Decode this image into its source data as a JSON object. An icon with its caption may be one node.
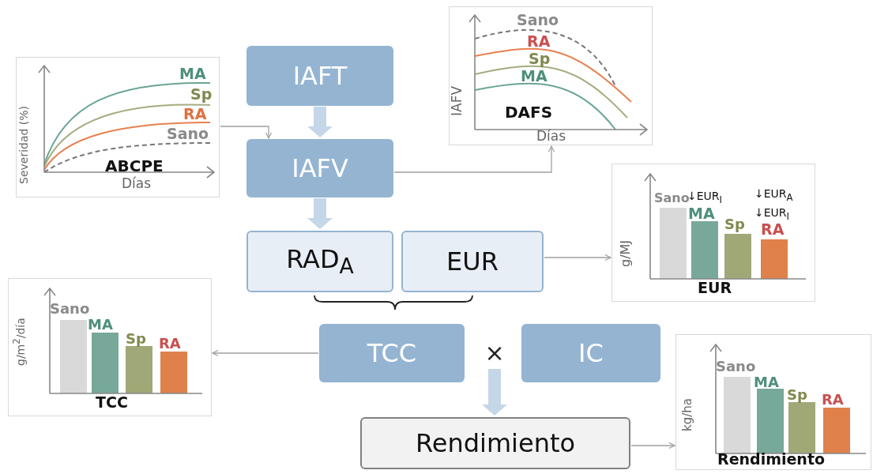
{
  "diagram": {
    "nodes": [
      {
        "text": [
          "IAFT"
        ]
      },
      {
        "text": [
          "IAFV"
        ]
      },
      {
        "text": [
          "RAD$_{A}$"
        ]
      },
      {
        "text": [
          "EUR"
        ]
      },
      {
        "text": [
          "TCC"
        ]
      },
      {
        "text": [
          "IC"
        ]
      },
      {
        "text": [
          "Rendimiento"
        ]
      },
      {
        "text": [
          "Severidad (%)",
          "MA",
          "Sp",
          "RA",
          "Sano",
          "ABCPE",
          "Días"
        ]
      },
      {
        "text": [
          "IAFV",
          "Sano",
          "RA",
          "Sp",
          "MA",
          "DAFS",
          "Días"
        ]
      },
      {
        "text": [
          "g/MJ",
          "Sano",
          "↓EUR$_{I}$",
          "MA",
          "↓EUR$_{A}$ ↓EUR$_{I}$",
          "Sp",
          "RA",
          "EUR"
        ]
      },
      {
        "text": [
          "g/m$^{2}$/día",
          "Sano",
          "MA",
          "Sp",
          "RA",
          "TCC"
        ]
      },
      {
        "text": [
          "kg/ha",
          "Sano",
          "MA",
          "Sp",
          "RA",
          "Rendimiento"
        ]
      },
      {
        "text": [
          "×"
        ]
      }
    ],
    "edges": [
      {
        "from": 0,
        "to": 1,
        "arrow": "to",
        "style": "thick",
        "color": "#c5d6e8"
      },
      {
        "from": 7,
        "to": 1,
        "arrow": "to"
      },
      {
        "from": 1,
        "to": 8,
        "arrow": "to"
      },
      {
        "from": 1,
        "to": 2,
        "arrow": "to",
        "style": "thick",
        "color": "#c5d6e8"
      },
      {
        "from": 3,
        "to": 9,
        "arrow": "to"
      },
      {
        "from": 4,
        "to": 10,
        "arrow": "to"
      },
      {
        "from": 12,
        "to": 6,
        "arrow": "to",
        "style": "thick",
        "color": "#c5d6e8"
      },
      {
        "from": 6,
        "to": 11,
        "arrow": "to"
      }
    ]
  }
}
